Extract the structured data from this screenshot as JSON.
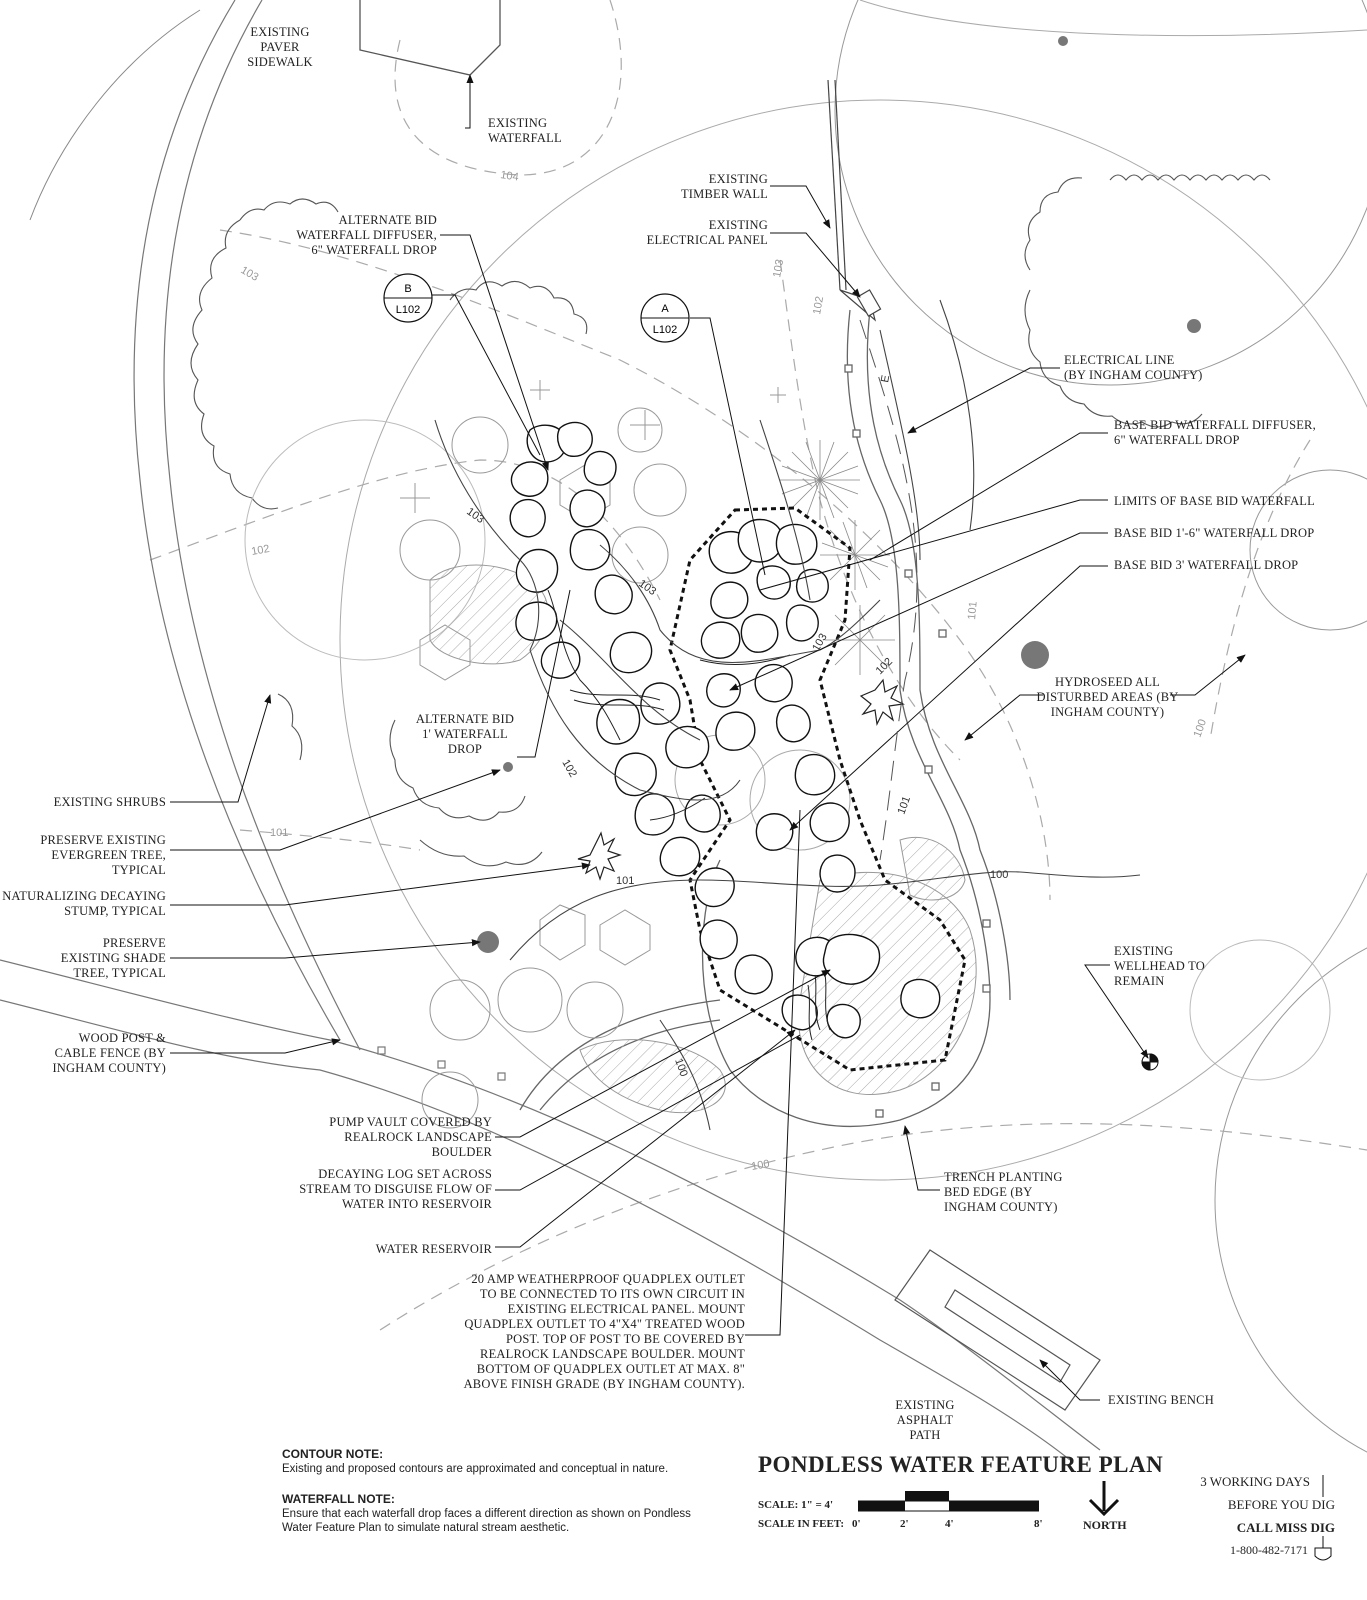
{
  "labels": {
    "paver_sidewalk": "EXISTING\nPAVER\nSIDEWALK",
    "existing_waterfall": "EXISTING\nWATERFALL",
    "timber_wall": "EXISTING\nTIMBER WALL",
    "electrical_panel": "EXISTING\nELECTRICAL PANEL",
    "alternate_diffuser": "ALTERNATE BID\nWATERFALL DIFFUSER,\n6\" WATERFALL DROP",
    "electrical_line": "ELECTRICAL LINE\n(BY INGHAM COUNTY)",
    "base_diffuser": "BASE BID WATERFALL DIFFUSER,\n6\" WATERFALL DROP",
    "limits": "LIMITS OF BASE BID WATERFALL",
    "drop_1_6": "BASE BID 1'-6\" WATERFALL DROP",
    "drop_3": "BASE BID 3' WATERFALL DROP",
    "hydroseed": "HYDROSEED ALL\nDISTURBED AREAS (BY\nINGHAM COUNTY)",
    "alternate_drop": "ALTERNATE BID\n1' WATERFALL\nDROP",
    "existing_shrubs": "EXISTING SHRUBS",
    "preserve_evergreen": "PRESERVE EXISTING\nEVERGREEN TREE,\nTYPICAL",
    "stump": "NATURALIZING DECAYING\nSTUMP, TYPICAL",
    "shade_tree": "PRESERVE\nEXISTING SHADE\nTREE, TYPICAL",
    "fence": "WOOD POST &\nCABLE FENCE (BY\nINGHAM COUNTY)",
    "wellhead": "EXISTING\nWELLHEAD TO\nREMAIN",
    "pump_vault": "PUMP VAULT COVERED BY\nREALROCK LANDSCAPE\nBOULDER",
    "decaying_log": "DECAYING LOG SET ACROSS\nSTREAM TO DISGUISE FLOW OF\nWATER INTO RESERVOIR",
    "trench": "TRENCH PLANTING\nBED EDGE (BY\nINGHAM COUNTY)",
    "reservoir": "WATER RESERVOIR",
    "outlet": "20 AMP WEATHERPROOF QUADPLEX OUTLET\nTO BE CONNECTED TO ITS OWN CIRCUIT IN\nEXISTING ELECTRICAL PANEL. MOUNT\nQUADPLEX OUTLET TO 4\"X4\" TREATED WOOD\nPOST. TOP OF POST TO BE COVERED BY\nREALROCK LANDSCAPE BOULDER. MOUNT\nBOTTOM OF QUADPLEX OUTLET AT MAX. 8\"\nABOVE FINISH GRADE (BY INGHAM COUNTY).",
    "bench": "EXISTING BENCH",
    "asphalt": "EXISTING ASPHALT\nPATH"
  },
  "detail_tags": [
    {
      "letter": "B",
      "sheet": "L102"
    },
    {
      "letter": "A",
      "sheet": "L102"
    }
  ],
  "contours": {
    "c104": "104",
    "c103a": "103",
    "c103b": "103",
    "c103c": "103",
    "c103d": "103",
    "c103e": "103",
    "c102a": "102",
    "c102b": "102",
    "c102c": "102",
    "c102d": "102",
    "c101a": "101",
    "c101b": "101",
    "c101c": "101",
    "c101d": "101",
    "c100a": "100",
    "c100b": "100",
    "c100c": "100",
    "c100d": "100",
    "e": "E"
  },
  "notes": {
    "contour_heading": "CONTOUR NOTE:",
    "contour_text": "Existing and proposed contours are approximated and conceptual in nature.",
    "waterfall_heading": "WATERFALL NOTE:",
    "waterfall_text": "Ensure that each waterfall drop faces a different direction as shown on Pondless Water Feature Plan to simulate natural stream aesthetic."
  },
  "title": "PONDLESS WATER FEATURE PLAN",
  "scale": {
    "ratio": "SCALE: 1\" = 4'",
    "feet_label": "SCALE IN FEET:",
    "ticks": [
      "0'",
      "2'",
      "4'",
      "8'"
    ]
  },
  "north": "NORTH",
  "miss_dig": {
    "line1": "3 WORKING DAYS",
    "line2": "BEFORE YOU DIG",
    "line3": "CALL MISS DIG",
    "phone": "1-800-482-7171"
  }
}
